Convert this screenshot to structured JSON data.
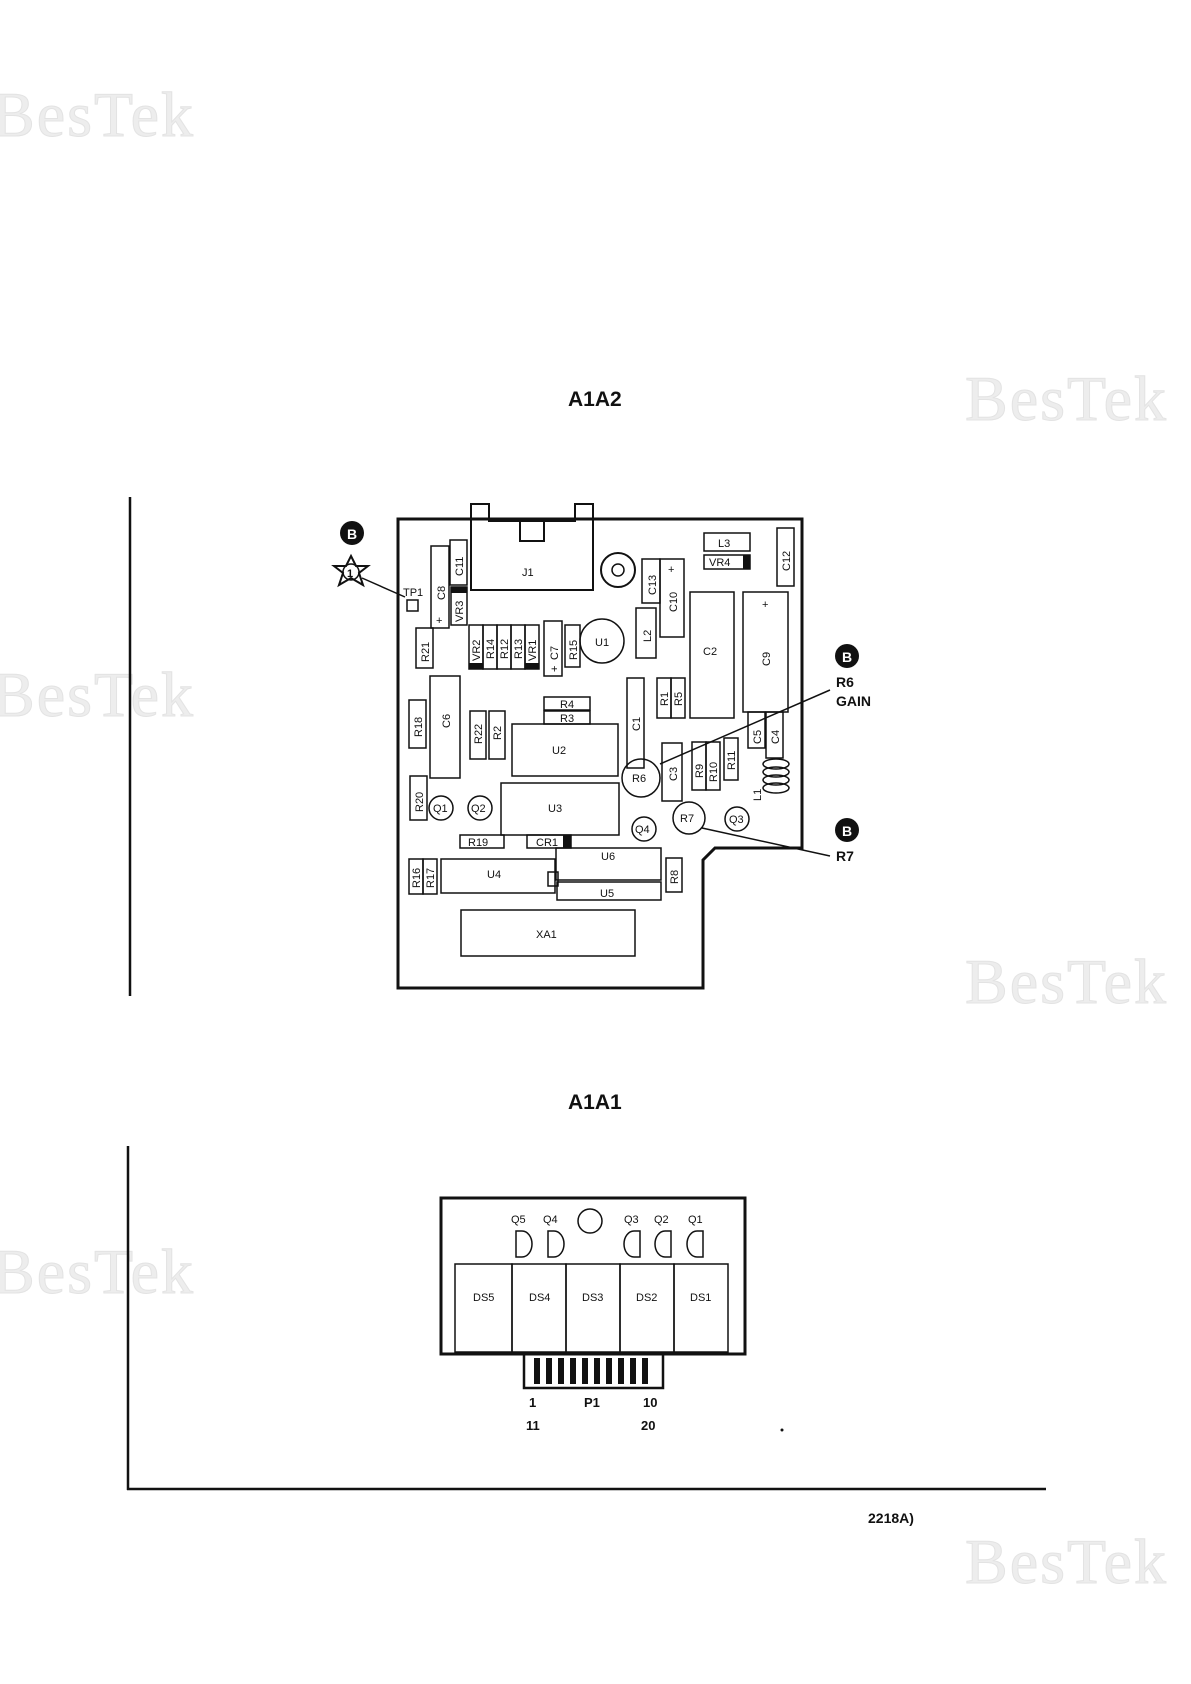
{
  "watermark": "BesTek",
  "a1a2": {
    "title": "A1A2",
    "callout_letter": "B",
    "callout_number": "1",
    "connector": "J1",
    "testpoint": "TP1",
    "callouts": {
      "r6": "R6",
      "r6_sub": "GAIN",
      "r7": "R7"
    },
    "components": {
      "c11": "C11",
      "c8": "C8",
      "vr3": "VR3",
      "r21": "R21",
      "vr2": "VR2",
      "r14": "R14",
      "r12": "R12",
      "r13": "R13",
      "vr1": "VR1",
      "c7": "C7",
      "r15": "R15",
      "u1": "U1",
      "c13": "C13",
      "c10": "C10",
      "l2": "L2",
      "l3": "L3",
      "vr4": "VR4",
      "c12": "C12",
      "c2": "C2",
      "c9": "C9",
      "r4": "R4",
      "r3": "R3",
      "c1": "C1",
      "r1": "R1",
      "r5": "R5",
      "r18": "R18",
      "c6": "C6",
      "r22": "R22",
      "r2": "R2",
      "u2": "U2",
      "r9": "R9",
      "r10": "R10",
      "r11": "R11",
      "c5": "C5",
      "c4": "C4",
      "l1": "L1",
      "r6": "R6",
      "c3": "C3",
      "r20": "R20",
      "q1": "Q1",
      "q2": "Q2",
      "u3": "U3",
      "r7": "R7",
      "q3": "Q3",
      "q4": "Q4",
      "r19": "R19",
      "cr1": "CR1",
      "u6": "U6",
      "r16": "R16",
      "r17": "R17",
      "u4": "U4",
      "r8": "R8",
      "u5": "U5",
      "xa1": "XA1",
      "plus": "+"
    }
  },
  "a1a1": {
    "title": "A1A1",
    "transistors": [
      "Q5",
      "Q4",
      "Q3",
      "Q2",
      "Q1"
    ],
    "displays": [
      "DS5",
      "DS4",
      "DS3",
      "DS2",
      "DS1"
    ],
    "connector": "P1",
    "pins": {
      "p1": "1",
      "p10": "10",
      "p11": "11",
      "p20": "20"
    }
  },
  "figure_code": "2218A)"
}
